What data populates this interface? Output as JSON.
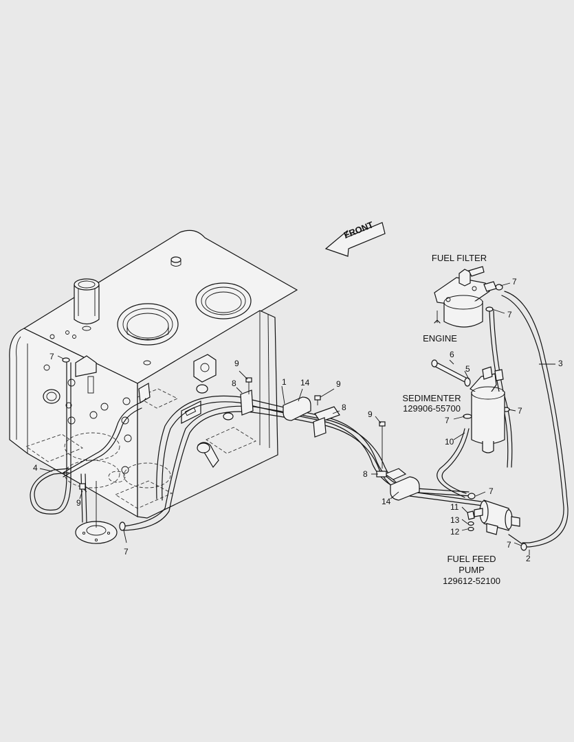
{
  "labels": {
    "front": "FRONT",
    "fuel_filter": "FUEL FILTER",
    "engine": "ENGINE",
    "sedimenter": "SEDIMENTER",
    "sedimenter_part": "129906-55700",
    "pump_line1": "FUEL FEED",
    "pump_line2": "PUMP",
    "pump_part": "129612-52100"
  },
  "callouts": {
    "c7_filter_top": "7",
    "c7_filter_bottom": "7",
    "c3": "3",
    "c6": "6",
    "c5": "5",
    "c7_sed_left": "7",
    "c7_sed_right": "7",
    "c10": "10",
    "c7_pump_top": "7",
    "c11": "11",
    "c13": "13",
    "c12": "12",
    "c7_pump_bottom": "7",
    "c2": "2",
    "c9_center": "9",
    "c8_center": "8",
    "c1": "1",
    "c14_top": "14",
    "c9_top": "9",
    "c8_top": "8",
    "c9_mid": "9",
    "c8_lower": "8",
    "c14_lower": "14",
    "c7_tank_left": "7",
    "c4": "4",
    "c9_bottom": "9",
    "c7_tank_bottom": "7"
  }
}
